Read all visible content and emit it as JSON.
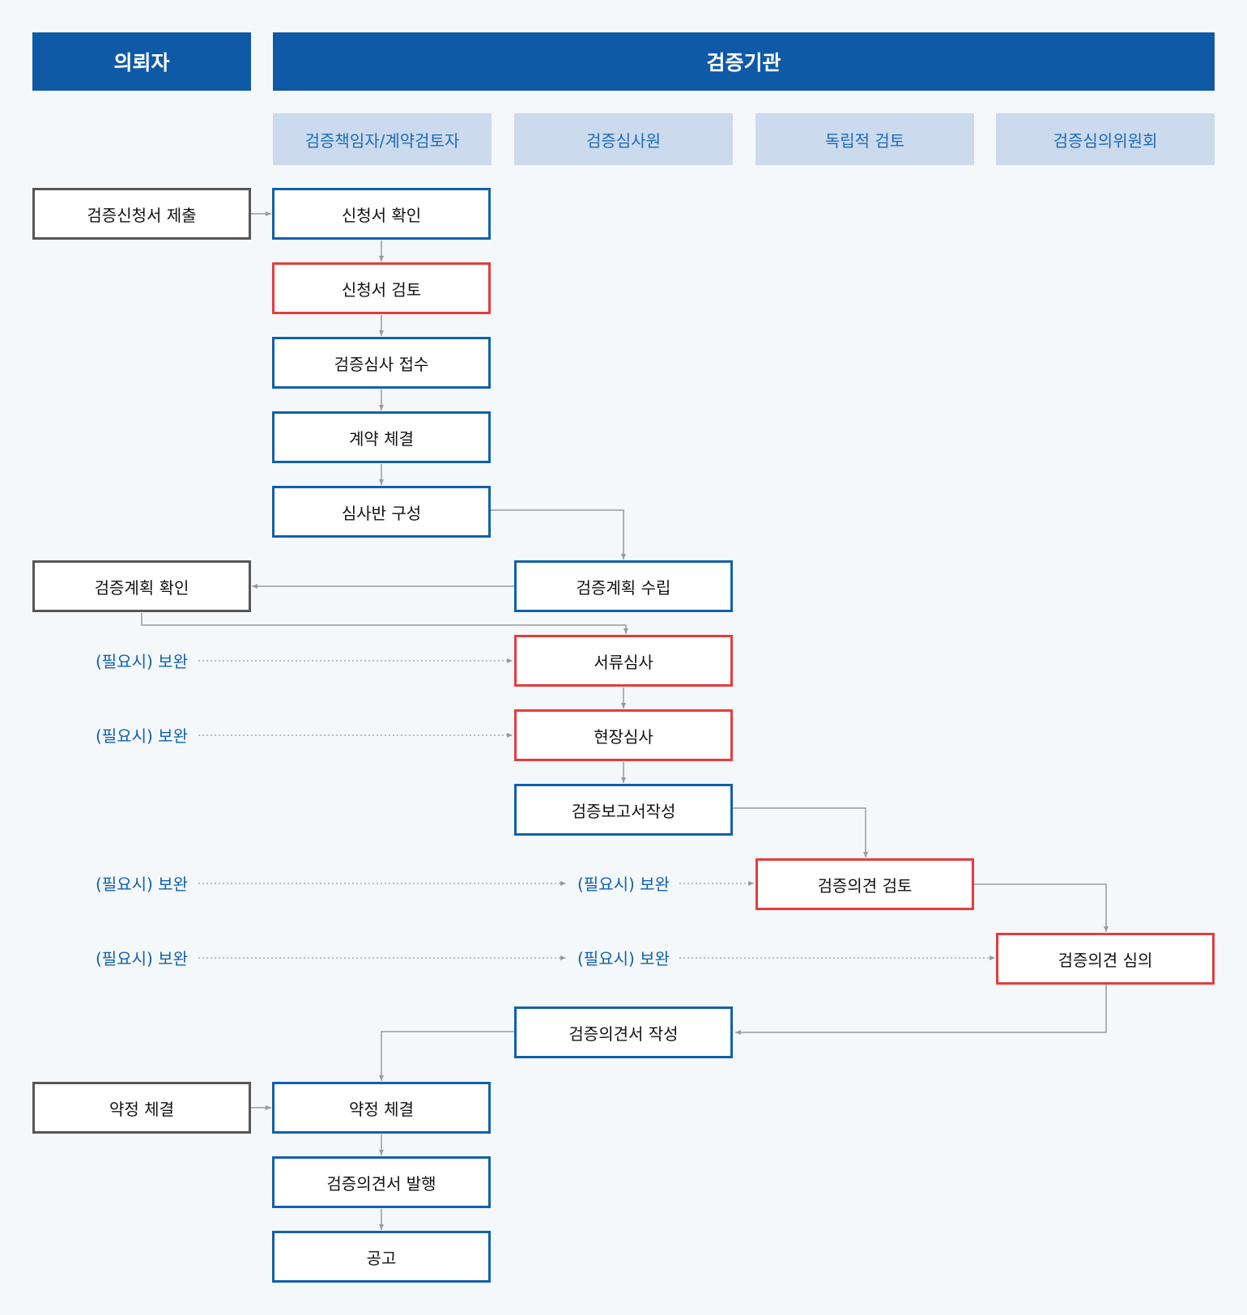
{
  "header": {
    "client": "의뢰자",
    "agency": "검증기관"
  },
  "roles": [
    "검증책임자/계약검토자",
    "검증심사원",
    "독립적 검토",
    "검증심의위원회"
  ],
  "client_steps": {
    "submit": "검증신청서 제출",
    "plan_check": "검증계획 확인",
    "agreement": "약정 체결"
  },
  "steps": {
    "confirm": "신청서 확인",
    "review": "신청서 검토",
    "receipt": "검증심사 접수",
    "contract": "계약 체결",
    "team": "심사반 구성",
    "plan": "검증계획 수립",
    "document": "서류심사",
    "onsite": "현장심사",
    "report": "검증보고서작성",
    "opinion_review": "검증의견 검토",
    "opinion_deliberation": "검증의견 심의",
    "opinion_write": "검증의견서 작성",
    "agreement": "약정 체결",
    "issue": "검증의견서 발행",
    "announce": "공고"
  },
  "supplement_label": "(필요시) 보완",
  "colors": {
    "header": "#0f5aa7",
    "subheader_bg": "#cbdaec",
    "agency_border": "#1160ad",
    "client_border": "#565656",
    "highlight_border": "#e53c3c",
    "connector": "#9a9a9a"
  }
}
